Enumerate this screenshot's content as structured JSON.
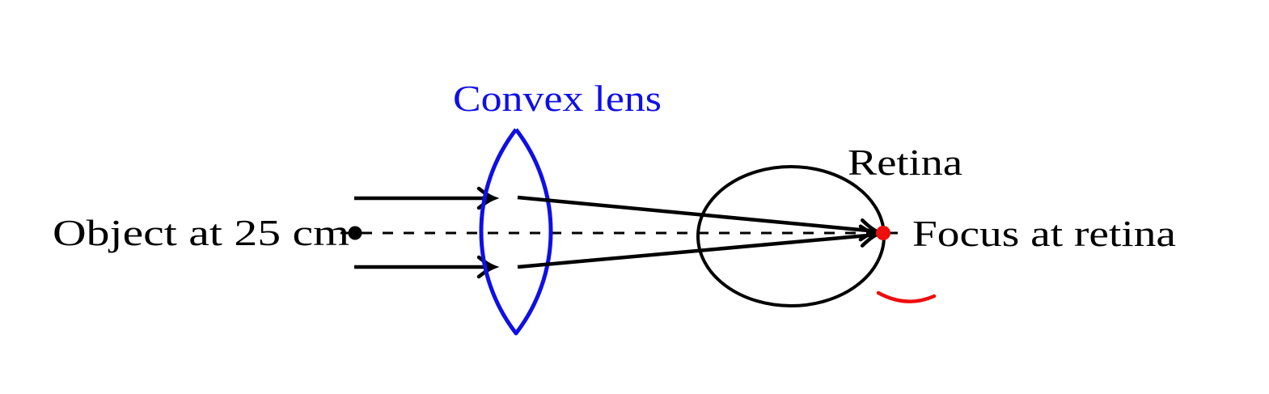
{
  "figure": {
    "description": "Ray diagram of a convex lens focusing light from a near object onto the retina of an eye",
    "object_label": "Object at 25 cm",
    "lens_label": "Convex lens",
    "retina_label": "Retina",
    "focus_label": "Focus at retina"
  },
  "colors": {
    "background": "#ffffff",
    "black": "#000000",
    "blue": "#0f0fe6",
    "red": "#ee0e0e"
  }
}
